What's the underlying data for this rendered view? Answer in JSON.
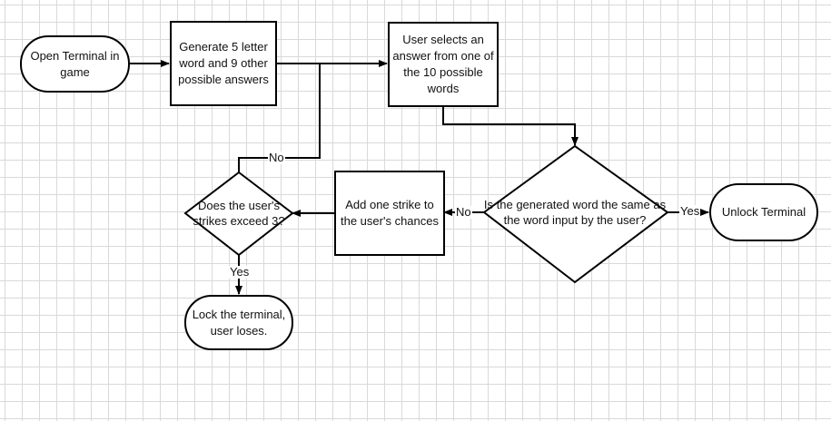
{
  "flowchart": {
    "nodes": [
      {
        "id": "start",
        "shape": "terminator",
        "text": "Open Terminal in game"
      },
      {
        "id": "generate",
        "shape": "process",
        "text": "Generate 5 letter word and 9 other possible answers"
      },
      {
        "id": "select",
        "shape": "process",
        "text": "User selects an answer from one of the 10 possible words"
      },
      {
        "id": "check_word",
        "shape": "decision",
        "text": "Is the generated word the same as the word input by the user?"
      },
      {
        "id": "unlock",
        "shape": "terminator",
        "text": "Unlock Terminal"
      },
      {
        "id": "add_strike",
        "shape": "process",
        "text": "Add one strike to the user's chances"
      },
      {
        "id": "check_strikes",
        "shape": "decision",
        "text": "Does the user's strikes exceed 3?"
      },
      {
        "id": "lose",
        "shape": "terminator",
        "text": "Lock the terminal, user loses."
      }
    ],
    "edges": [
      {
        "from": "start",
        "to": "generate",
        "label": ""
      },
      {
        "from": "generate",
        "to": "select",
        "label": ""
      },
      {
        "from": "select",
        "to": "check_word",
        "label": ""
      },
      {
        "from": "check_word",
        "to": "unlock",
        "label": "Yes"
      },
      {
        "from": "check_word",
        "to": "add_strike",
        "label": "No"
      },
      {
        "from": "add_strike",
        "to": "check_strikes",
        "label": ""
      },
      {
        "from": "check_strikes",
        "to": "select",
        "label": "No"
      },
      {
        "from": "check_strikes",
        "to": "lose",
        "label": "Yes"
      }
    ]
  },
  "colors": {
    "stroke": "#000000",
    "fill": "#ffffff",
    "grid": "#d9d9d9"
  }
}
